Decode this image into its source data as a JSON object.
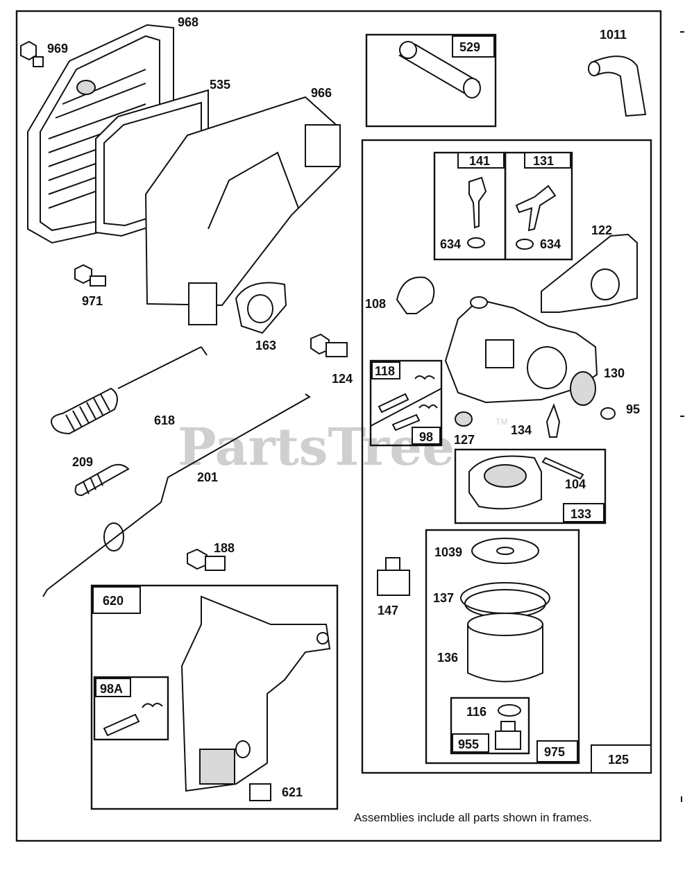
{
  "watermark": {
    "text": "PartsTree",
    "tm": "TM"
  },
  "note": "Assemblies include all parts shown in frames.",
  "frame_labels": {
    "f529": "529",
    "f141": "141",
    "f131": "131",
    "f118": "118",
    "f98": "98",
    "f133": "133",
    "f975": "975",
    "f955": "955",
    "f125": "125",
    "f620": "620",
    "f98A": "98A"
  },
  "part_labels": {
    "p968": "968",
    "p969": "969",
    "p535": "535",
    "p966": "966",
    "p1011": "1011",
    "p971": "971",
    "p163": "163",
    "p124": "124",
    "p618": "618",
    "p209": "209",
    "p201": "201",
    "p188": "188",
    "p621": "621",
    "p634a": "634",
    "p634b": "634",
    "p122": "122",
    "p108": "108",
    "p130": "130",
    "p95": "95",
    "p127": "127",
    "p134": "134",
    "p104": "104",
    "p147": "147",
    "p1039": "1039",
    "p137": "137",
    "p136": "136",
    "p116": "116"
  }
}
